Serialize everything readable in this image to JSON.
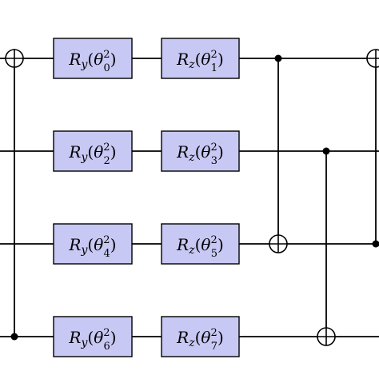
{
  "colors": {
    "gate_fill": "#c8c8f4",
    "line": "#000000",
    "background": "#ffffff"
  },
  "gates": [
    {
      "pre": "R",
      "sub": "y",
      "arg": "θ",
      "sup": "2",
      "idx": "0"
    },
    {
      "pre": "R",
      "sub": "z",
      "arg": "θ",
      "sup": "2",
      "idx": "1"
    },
    {
      "pre": "R",
      "sub": "y",
      "arg": "θ",
      "sup": "2",
      "idx": "2"
    },
    {
      "pre": "R",
      "sub": "z",
      "arg": "θ",
      "sup": "2",
      "idx": "3"
    },
    {
      "pre": "R",
      "sub": "y",
      "arg": "θ",
      "sup": "2",
      "idx": "4"
    },
    {
      "pre": "R",
      "sub": "z",
      "arg": "θ",
      "sup": "2",
      "idx": "5"
    },
    {
      "pre": "R",
      "sub": "y",
      "arg": "θ",
      "sup": "2",
      "idx": "6"
    },
    {
      "pre": "R",
      "sub": "z",
      "arg": "θ",
      "sup": "2",
      "idx": "7"
    }
  ],
  "cnots": [
    {
      "control_qubit": 3,
      "target_qubit": 0
    },
    {
      "control_qubit": 0,
      "target_qubit": 2
    },
    {
      "control_qubit": 1,
      "target_qubit": 3
    },
    {
      "control_qubit": 2,
      "target_qubit": 0
    }
  ]
}
